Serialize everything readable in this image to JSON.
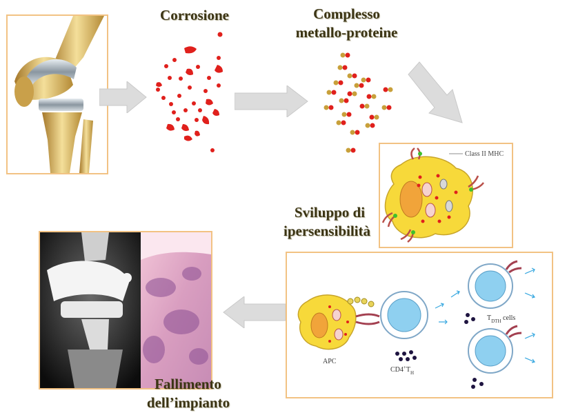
{
  "labels": {
    "corrosion": "Corrosione",
    "complex_line1": "Complesso",
    "complex_line2": "metallo-proteine",
    "hypersens_line1": "Sviluppo di",
    "hypersens_line2": "ipersensibilità",
    "failure_line1": "Fallimento",
    "failure_line2": "dell’impianto"
  },
  "cell_labels": {
    "mhc": "Class II MHC",
    "apc": "APC",
    "cd4_main": "CD4",
    "cd4_sup": "+",
    "cd4_t": "T",
    "cd4_sub": "H",
    "tdth_t": "T",
    "tdth_sub": "DTH",
    "tdth_cells": " cells"
  },
  "colors": {
    "frame_border": "#f2c283",
    "arrow_fill": "#dcdcdc",
    "particle_red": "#e0201c",
    "particle_gold": "#c8a03a",
    "cell_yellow": "#f7d93a",
    "nucleus": "#f1a43a",
    "tcell_blue": "#8fd0f0"
  }
}
